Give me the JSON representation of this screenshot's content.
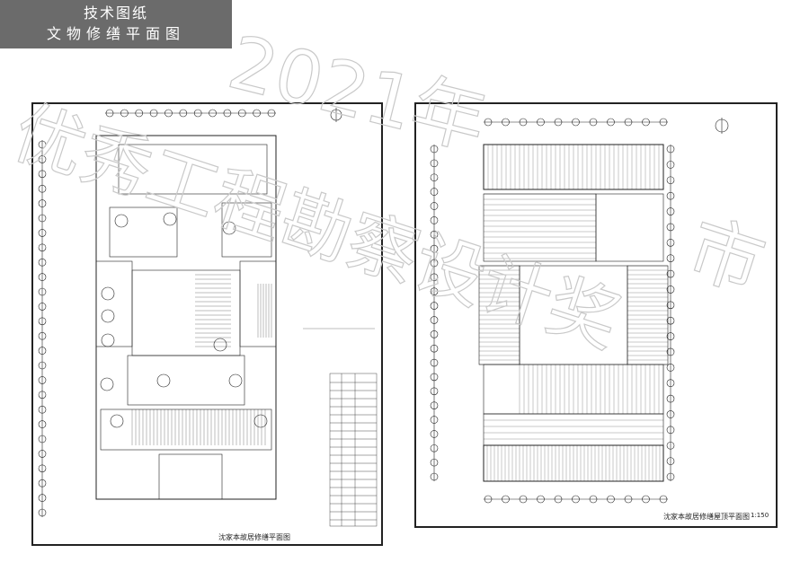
{
  "header": {
    "line1": "技术图纸",
    "line2": "文物修缮平面图"
  },
  "drawings": [
    {
      "title": "沈家本故居修缮平面图"
    },
    {
      "title": "沈家本故居修缮屋顶平面图",
      "scale": "1:150"
    }
  ],
  "watermark": {
    "text": "优秀工程勘察设计奖",
    "year_text": "2021年",
    "city_text": "市"
  },
  "colors": {
    "header_bg": "#6b6b6b",
    "line": "#222222",
    "watermark": "#cfcfcf"
  }
}
